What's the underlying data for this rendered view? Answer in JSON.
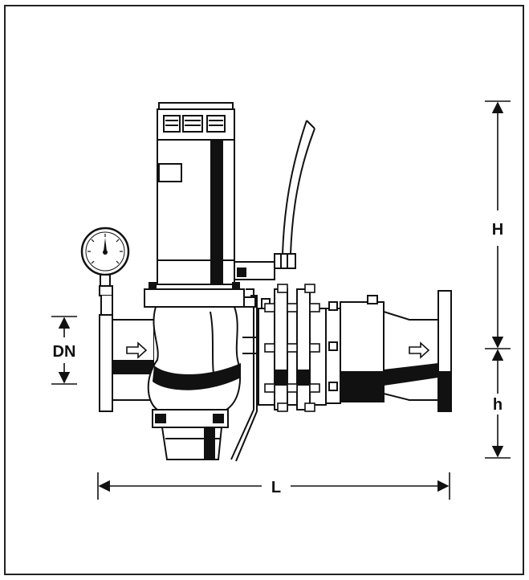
{
  "dimensions": {
    "total_height_label": "H",
    "lower_height_label": "h",
    "length_label": "L",
    "nominal_diameter_label": "DN"
  },
  "colors": {
    "ink": "#111111",
    "paper": "#ffffff"
  },
  "icons": [
    "pressure-gauge-icon",
    "flow-arrow-icon"
  ]
}
